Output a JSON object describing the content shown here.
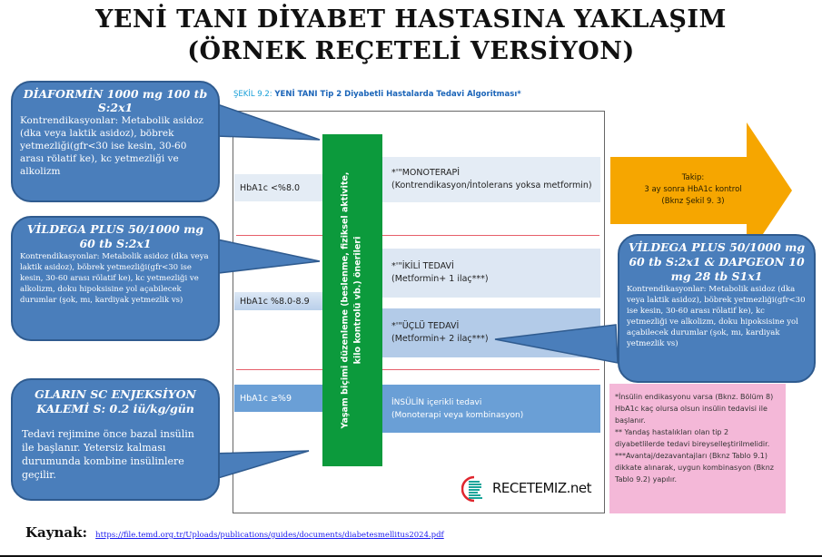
{
  "title": {
    "line1": "YENİ TANI DİYABET HASTASINA YAKLAŞIM",
    "line2": "(ÖRNEK REÇETELİ VERSİYON)"
  },
  "figure": {
    "caption_prefix": "ŞEKİL 9.2: ",
    "caption_title": "YENİ TANI Tip 2 Diyabetli Hastalarda Tedavi Algoritması*",
    "lifestyle_line1": "Yaşam biçimi düzenleme (beslenme, fiziksel aktivite,",
    "lifestyle_line2": "kilo kontrolü vb.) önerileri",
    "rows": [
      {
        "hba1c": "HbA1c <%8.0",
        "therapy_title": "*'\"MONOTERAPİ",
        "therapy_detail": "(Kontrendikasyon/İntolerans yoksa metformin)"
      },
      {
        "hba1c": "HbA1c %8.0-8.9",
        "therapy_title": "*'\"İKİLİ TEDAVİ",
        "therapy_detail": "(Metformin+ 1 ilaç***)"
      },
      {
        "hba1c": "",
        "therapy_title": "*'\"ÜÇLÜ TEDAVİ",
        "therapy_detail": "(Metformin+ 2 ilaç***)"
      },
      {
        "hba1c": "HbA1c ≥%9",
        "therapy_title": "İNSÜLİN içerikli tedavi",
        "therapy_detail": "(Monoterapi veya kombinasyon)"
      }
    ],
    "followup": {
      "line1": "Takip:",
      "line2": "3 ay sonra HbA1c kontrol",
      "line3": "(Bknz Şekil 9. 3)"
    },
    "notes": [
      "*İnsülin endikasyonu varsa (Bknz. Bölüm 8) HbA1c kaç olursa olsun insülin tedavisi ile başlanır.",
      "** Yandaş hastalıkları olan tip 2 diyabetlilerde tedavi bireyselleştirilmelidir.",
      "***Avantaj/dezavantajları (Bknz Tablo 9.1) dikkate alınarak, uygun kombinasyon (Bknz Tablo 9.2) yapılır."
    ],
    "logo_text": "RECETEMIZ.net"
  },
  "callouts": {
    "diaformin": {
      "drug": "DİAFORMİN 1000 mg 100 tb S:2x1",
      "body": "Kontrendikasyonlar: Metabolik asidoz (dka veya laktik asidoz), böbrek yetmezliği(gfr<30 ise kesin, 30-60 arası rölatif ke), kc yetmezliği ve alkolizm"
    },
    "vildega": {
      "drug": "VİLDEGA PLUS 50/1000 mg 60 tb S:2x1",
      "body": "Kontrendikasyonlar:  Metabolik asidoz (dka veya laktik asidoz), böbrek yetmezliği(gfr<30 ise kesin, 30-60 arası rölatif ke), kc yetmezliği ve alkolizm, doku hipoksisine yol açabilecek durumlar (şok, mı, kardiyak yetmezlik vs)"
    },
    "vildega_dapgeon": {
      "drug": "VİLDEGA PLUS 50/1000 mg 60 tb S:2x1 & DAPGEON 10 mg 28 tb S1x1",
      "body": "Kontrendikasyonlar:  Metabolik asidoz (dka veya laktik asidoz), böbrek yetmezliği(gfr<30 ise kesin, 30-60 arası rölatif ke), kc yetmezliği ve alkolizm, doku hipoksisine yol açabilecek durumlar (şok, mı, kardiyak yetmezlik vs)"
    },
    "glarin": {
      "drug": "GLARIN  SC ENJEKSİYON KALEMİ  S: 0.2 iü/kg/gün",
      "body": "Tedavi rejimine önce bazal insülin ile başlanır. Yetersiz kalması durumunda kombine insülinlere geçilir."
    }
  },
  "source": {
    "label": "Kaynak:",
    "url": "https://file.temd.org.tr/Uploads/publications/guides/documents/diabetesmellitus2024.pdf"
  },
  "colors": {
    "callout_blue": "#4a7ebb",
    "lifestyle_green": "#0c9a3c",
    "arrow_orange": "#f6a600",
    "notes_pink": "#f4b8d8",
    "red_divider": "#e6606a"
  }
}
